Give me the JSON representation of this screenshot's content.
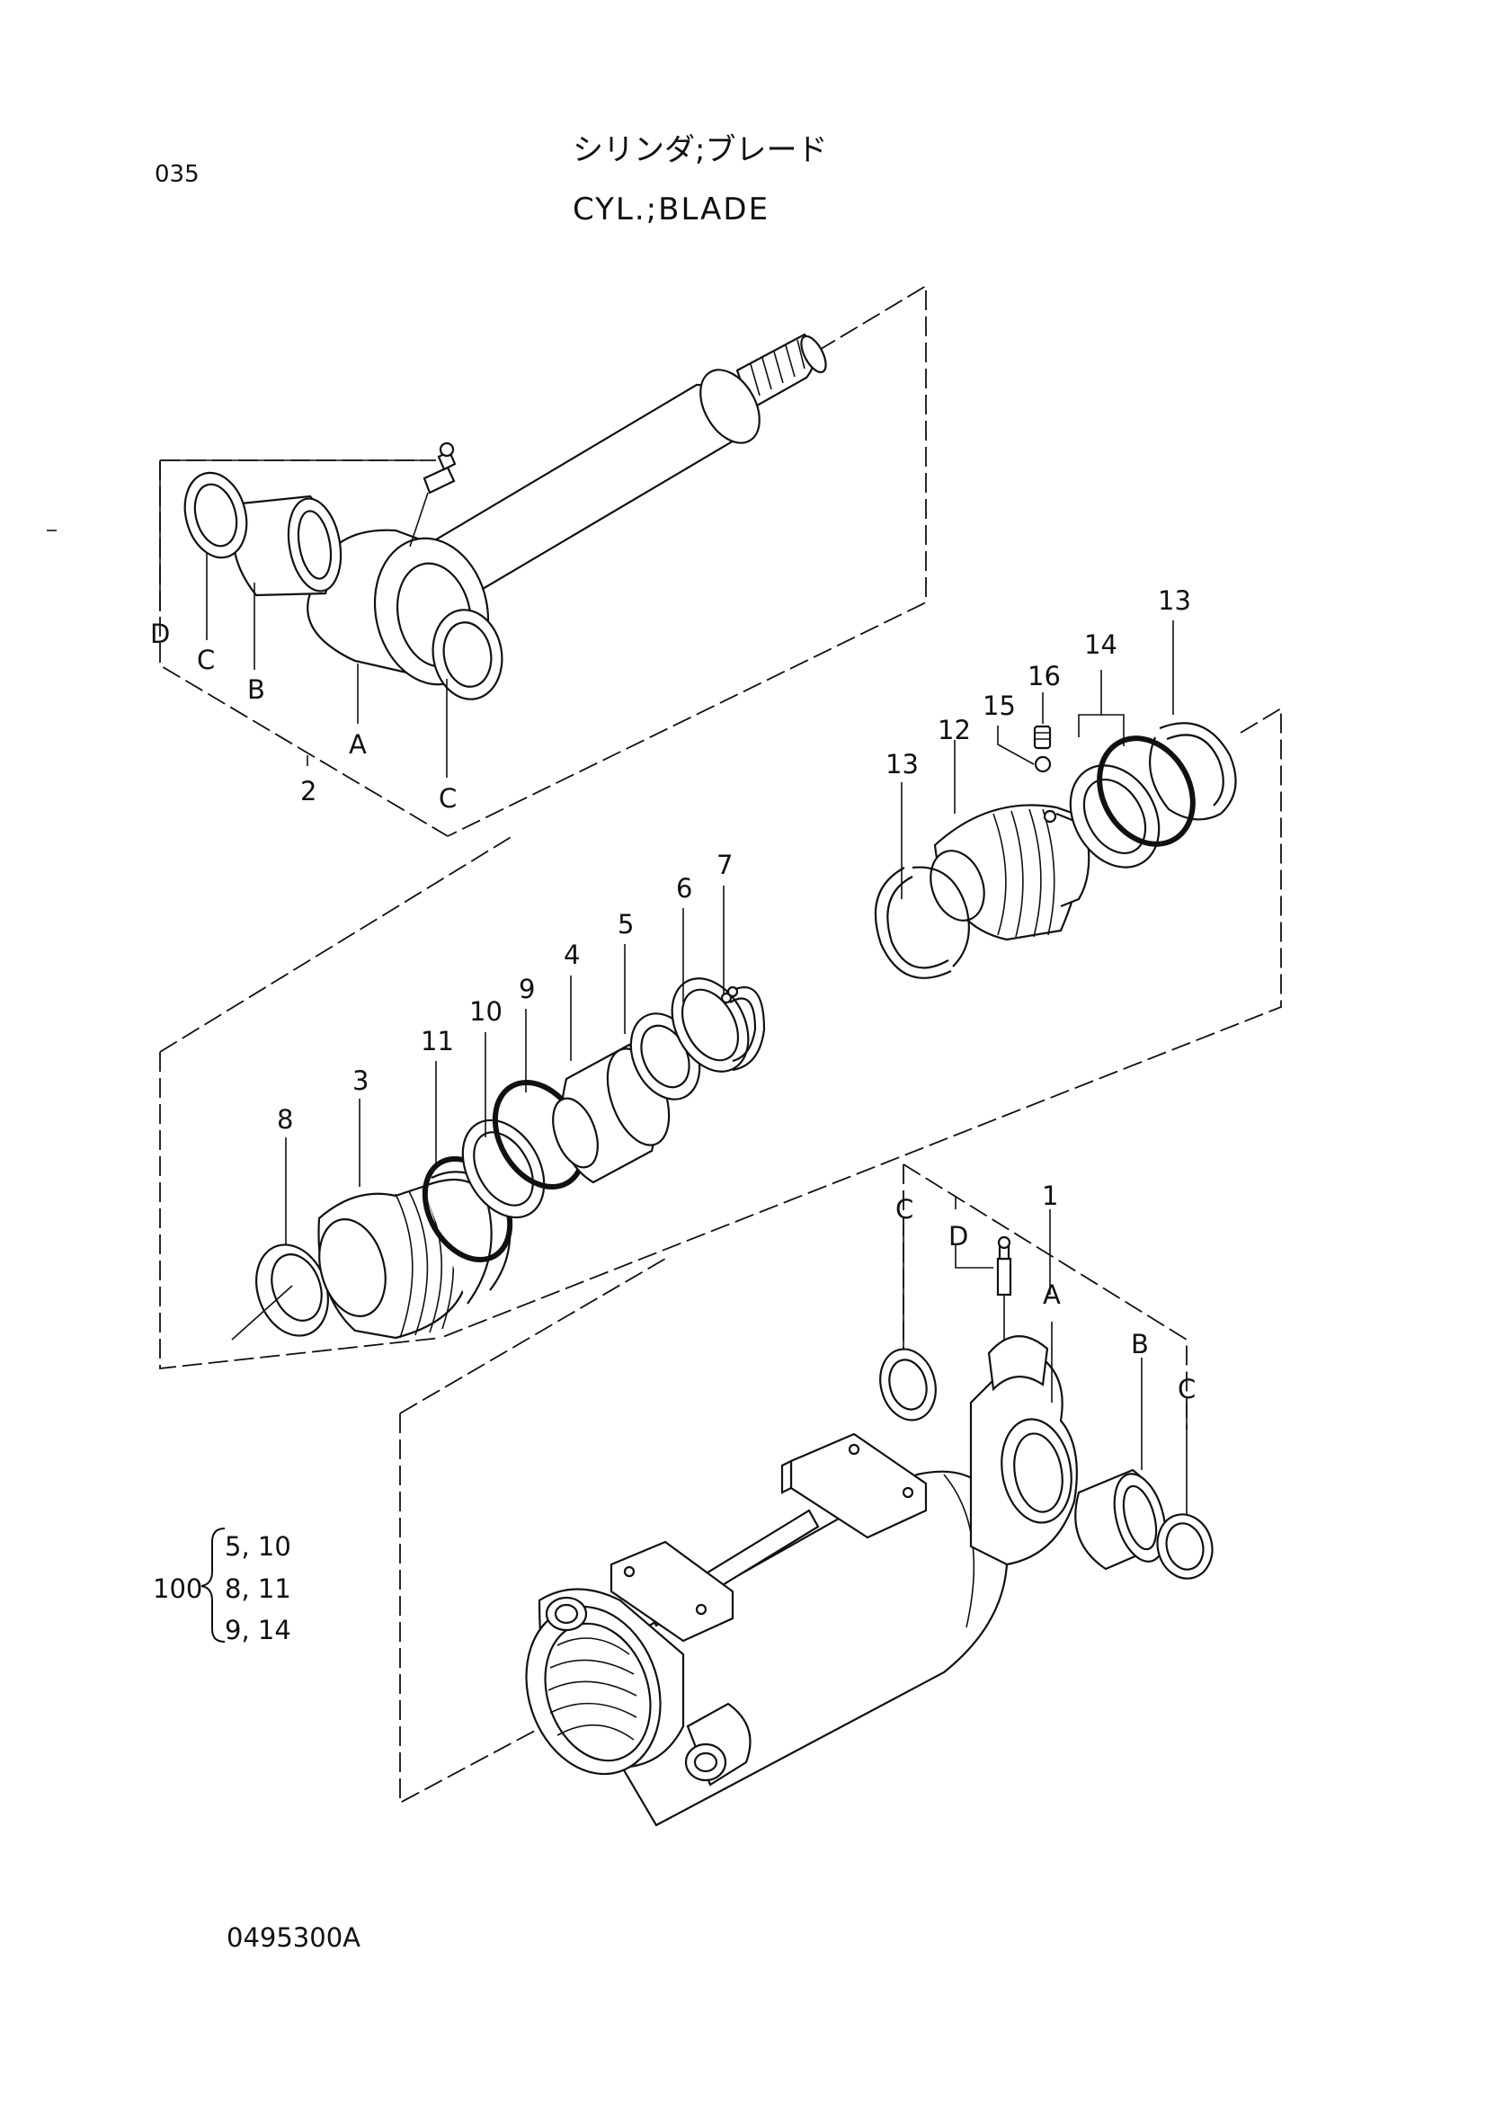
{
  "page": {
    "code": "035",
    "title_jp": "シリンダ;ブレード",
    "title_en": "CYL.;BLADE",
    "drawing_number": "0495300A"
  },
  "callouts": {
    "p1": "1",
    "p2": "2",
    "p3": "3",
    "p4": "4",
    "p5": "5",
    "p6": "6",
    "p7": "7",
    "p8": "8",
    "p9": "9",
    "p10": "10",
    "p11": "11",
    "p12": "12",
    "p13a": "13",
    "p13b": "13",
    "p14": "14",
    "p15": "15",
    "p16": "16"
  },
  "letters": {
    "rod_D": "D",
    "rod_C1": "C",
    "rod_B": "B",
    "rod_A": "A",
    "rod_C2": "C",
    "tube_C1": "C",
    "tube_D": "D",
    "tube_A": "A",
    "tube_B": "B",
    "tube_C2": "C"
  },
  "kit": {
    "number": "100",
    "brace": "{",
    "rows": [
      "5, 10",
      "8, 11",
      "9, 14"
    ]
  },
  "icons": {
    "grease_fitting": "grease-fitting-icon"
  }
}
